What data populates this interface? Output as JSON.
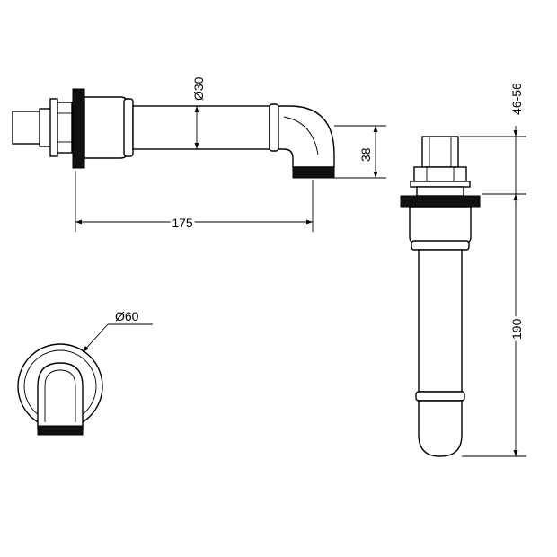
{
  "dimensions": {
    "length": "175",
    "pipe_diameter": "Ø30",
    "drop": "38",
    "flange_diameter": "Ø60",
    "adjustment": "46-56",
    "height": "190"
  }
}
